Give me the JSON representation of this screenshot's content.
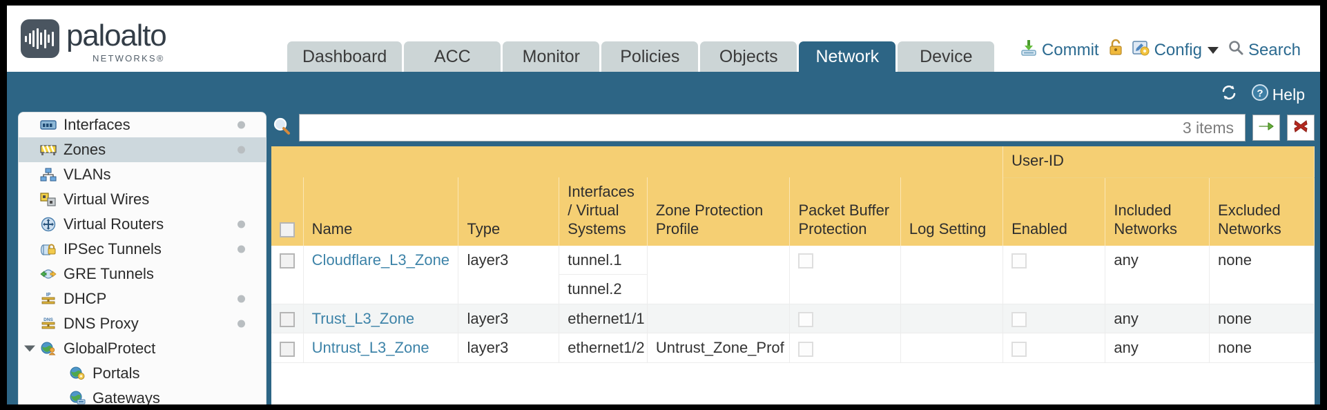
{
  "brand": {
    "name": "paloalto",
    "tagline": "NETWORKS",
    "registered": "®"
  },
  "nav": {
    "tabs": [
      {
        "label": "Dashboard",
        "active": false
      },
      {
        "label": "ACC",
        "active": false
      },
      {
        "label": "Monitor",
        "active": false
      },
      {
        "label": "Policies",
        "active": false
      },
      {
        "label": "Objects",
        "active": false
      },
      {
        "label": "Network",
        "active": true
      },
      {
        "label": "Device",
        "active": false
      }
    ]
  },
  "header_actions": {
    "commit": "Commit",
    "lock_icon": "padlock-icon",
    "config": "Config",
    "search": "Search"
  },
  "toolbar": {
    "refresh_icon": "refresh-icon",
    "help": "Help"
  },
  "sidebar": {
    "items": [
      {
        "label": "Interfaces",
        "icon": "interfaces-icon",
        "selected": false,
        "dot": true,
        "child": false,
        "expander": false
      },
      {
        "label": "Zones",
        "icon": "zones-icon",
        "selected": true,
        "dot": true,
        "child": false,
        "expander": false
      },
      {
        "label": "VLANs",
        "icon": "vlans-icon",
        "selected": false,
        "dot": false,
        "child": false,
        "expander": false
      },
      {
        "label": "Virtual Wires",
        "icon": "virtual-wires-icon",
        "selected": false,
        "dot": false,
        "child": false,
        "expander": false
      },
      {
        "label": "Virtual Routers",
        "icon": "virtual-routers-icon",
        "selected": false,
        "dot": true,
        "child": false,
        "expander": false
      },
      {
        "label": "IPSec Tunnels",
        "icon": "ipsec-tunnels-icon",
        "selected": false,
        "dot": true,
        "child": false,
        "expander": false
      },
      {
        "label": "GRE Tunnels",
        "icon": "gre-tunnels-icon",
        "selected": false,
        "dot": false,
        "child": false,
        "expander": false
      },
      {
        "label": "DHCP",
        "icon": "dhcp-icon",
        "selected": false,
        "dot": true,
        "child": false,
        "expander": false
      },
      {
        "label": "DNS Proxy",
        "icon": "dns-proxy-icon",
        "selected": false,
        "dot": true,
        "child": false,
        "expander": false
      },
      {
        "label": "GlobalProtect",
        "icon": "globalprotect-icon",
        "selected": false,
        "dot": false,
        "child": false,
        "expander": true
      },
      {
        "label": "Portals",
        "icon": "portals-icon",
        "selected": false,
        "dot": false,
        "child": true,
        "expander": false
      },
      {
        "label": "Gateways",
        "icon": "gateways-icon",
        "selected": false,
        "dot": false,
        "child": true,
        "expander": false
      }
    ]
  },
  "search": {
    "value": "",
    "placeholder": "",
    "items_count": "3 items",
    "apply_icon": "green-arrow-icon",
    "clear_icon": "red-x-icon"
  },
  "table": {
    "group_header": "User-ID",
    "columns": [
      "Name",
      "Type",
      "Interfaces / Virtual Systems",
      "Zone Protection Profile",
      "Packet Buffer Protection",
      "Log Setting",
      "Enabled",
      "Included Networks",
      "Excluded Networks"
    ],
    "rows": [
      {
        "selected": false,
        "name": "Cloudflare_L3_Zone",
        "type": "layer3",
        "interfaces": [
          "tunnel.1",
          "tunnel.2"
        ],
        "zone_protection_profile": "",
        "packet_buffer_protection": false,
        "log_setting": "",
        "userid_enabled": false,
        "included_networks": "any",
        "excluded_networks": "none"
      },
      {
        "selected": false,
        "name": "Trust_L3_Zone",
        "type": "layer3",
        "interfaces": [
          "ethernet1/1"
        ],
        "zone_protection_profile": "",
        "packet_buffer_protection": false,
        "log_setting": "",
        "userid_enabled": false,
        "included_networks": "any",
        "excluded_networks": "none"
      },
      {
        "selected": false,
        "name": "Untrust_L3_Zone",
        "type": "layer3",
        "interfaces": [
          "ethernet1/2"
        ],
        "zone_protection_profile": "Untrust_Zone_Prof",
        "packet_buffer_protection": false,
        "log_setting": "",
        "userid_enabled": false,
        "included_networks": "any",
        "excluded_networks": "none"
      }
    ]
  },
  "colors": {
    "header_blue": "#2d6585",
    "tab_inactive": "#ccd5d6",
    "table_header_yellow": "#f5cf73",
    "group_header_yellow": "#e4b84e",
    "link_blue": "#3d83a8"
  }
}
